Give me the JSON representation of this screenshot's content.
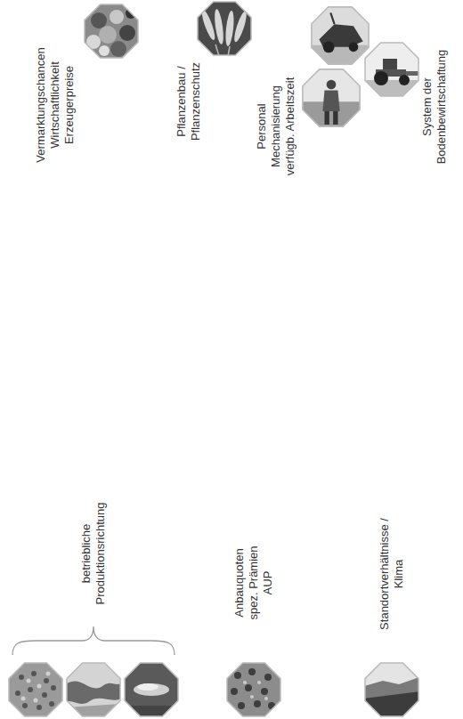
{
  "diagram": {
    "labels": [
      "Vermarktungschancen Wirtschaftlichkeit Erzeugerpreise",
      "Pflanzenbau / Pflanzenschutz",
      "Personal Mechanisierung verfügb. Arbeitszeit",
      "System der Bodenbewirtschaftung",
      "betriebliche Produktionsrichtung",
      "Anbauquoten spez. Prämien AUP",
      "Standortverhältnisse / Klima"
    ]
  }
}
